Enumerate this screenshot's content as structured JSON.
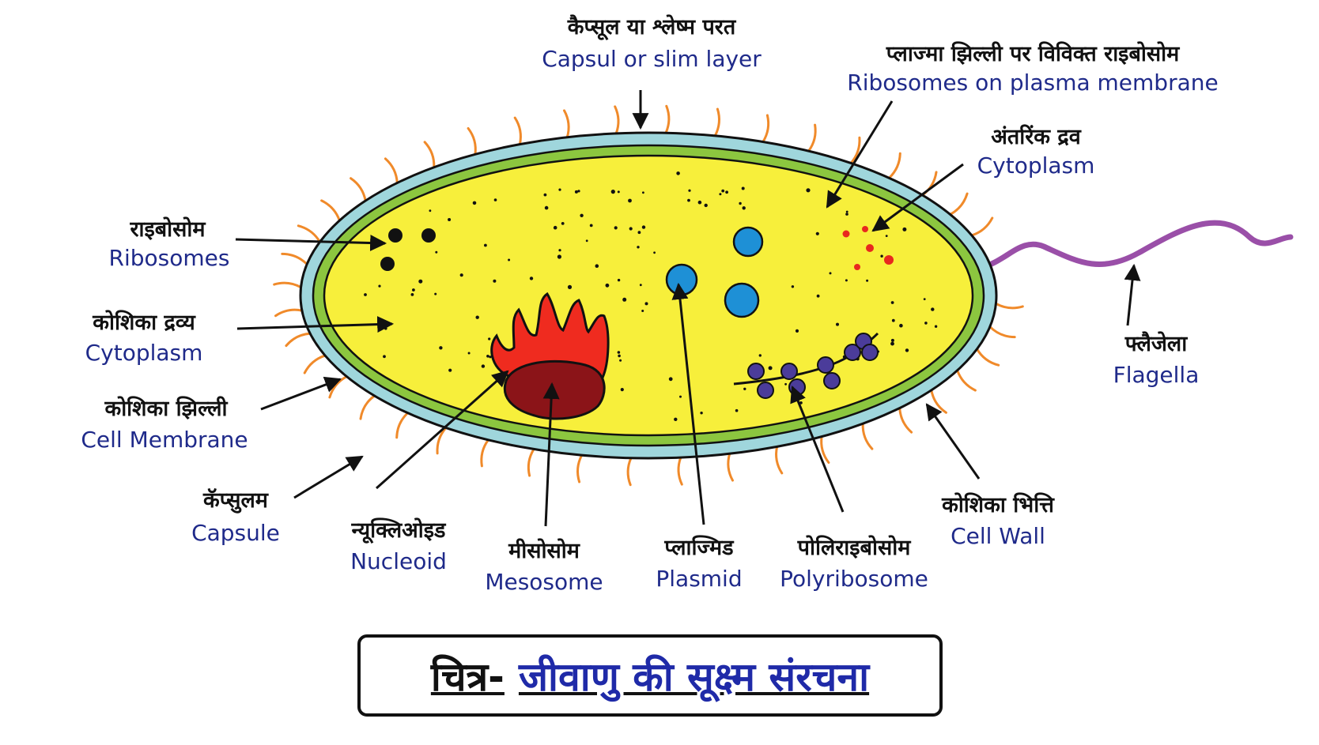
{
  "labels": {
    "capsule_layer": {
      "hi": "कैप्सूल या श्लेष्म परत",
      "en": "Capsul or slim layer"
    },
    "ribosomes_membrane": {
      "hi": "प्लाज्मा झिल्ली पर विविक्त राइबोसोम",
      "en": "Ribosomes on plasma membrane"
    },
    "inner_fluid": {
      "hi": "अंतरिंक द्रव",
      "en": "Cytoplasm"
    },
    "ribosomes": {
      "hi": "राइबोसोम",
      "en": "Ribosomes"
    },
    "cytoplasm": {
      "hi": "कोशिका द्रव्य",
      "en": "Cytoplasm"
    },
    "cell_membrane": {
      "hi": "कोशिका झिल्ली",
      "en": "Cell Membrane"
    },
    "capsule": {
      "hi": "कॅप्सुलम",
      "en": "Capsule"
    },
    "nucleoid": {
      "hi": "न्यूक्लिओइड",
      "en": "Nucleoid"
    },
    "mesosome": {
      "hi": "मीसोसोम",
      "en": "Mesosome"
    },
    "plasmid": {
      "hi": "प्लाज्मिड",
      "en": "Plasmid"
    },
    "polyribosome": {
      "hi": "पोलिराइबोसोम",
      "en": "Polyribosome"
    },
    "cell_wall": {
      "hi": "कोशिका भित्ति",
      "en": "Cell Wall"
    },
    "flagella": {
      "hi": "फ्लैजेला",
      "en": "Flagella"
    }
  },
  "caption": {
    "prefix": "चित्र-",
    "main": "जीवाणु की सूक्ष्म संरचना"
  },
  "colors": {
    "capsule": "#9fd6dc",
    "cell_wall": "#8cc63f",
    "cytoplasm": "#f7ef3b",
    "plasmid": "#1e90d6",
    "mesosome": "#ef2b1f",
    "nucleoid": "#8b1418",
    "polyribosome": "#4b3c9a",
    "flagellum": "#9a4fa8",
    "pili": "#f08a2a",
    "ribosome_free": "#e8281e"
  }
}
